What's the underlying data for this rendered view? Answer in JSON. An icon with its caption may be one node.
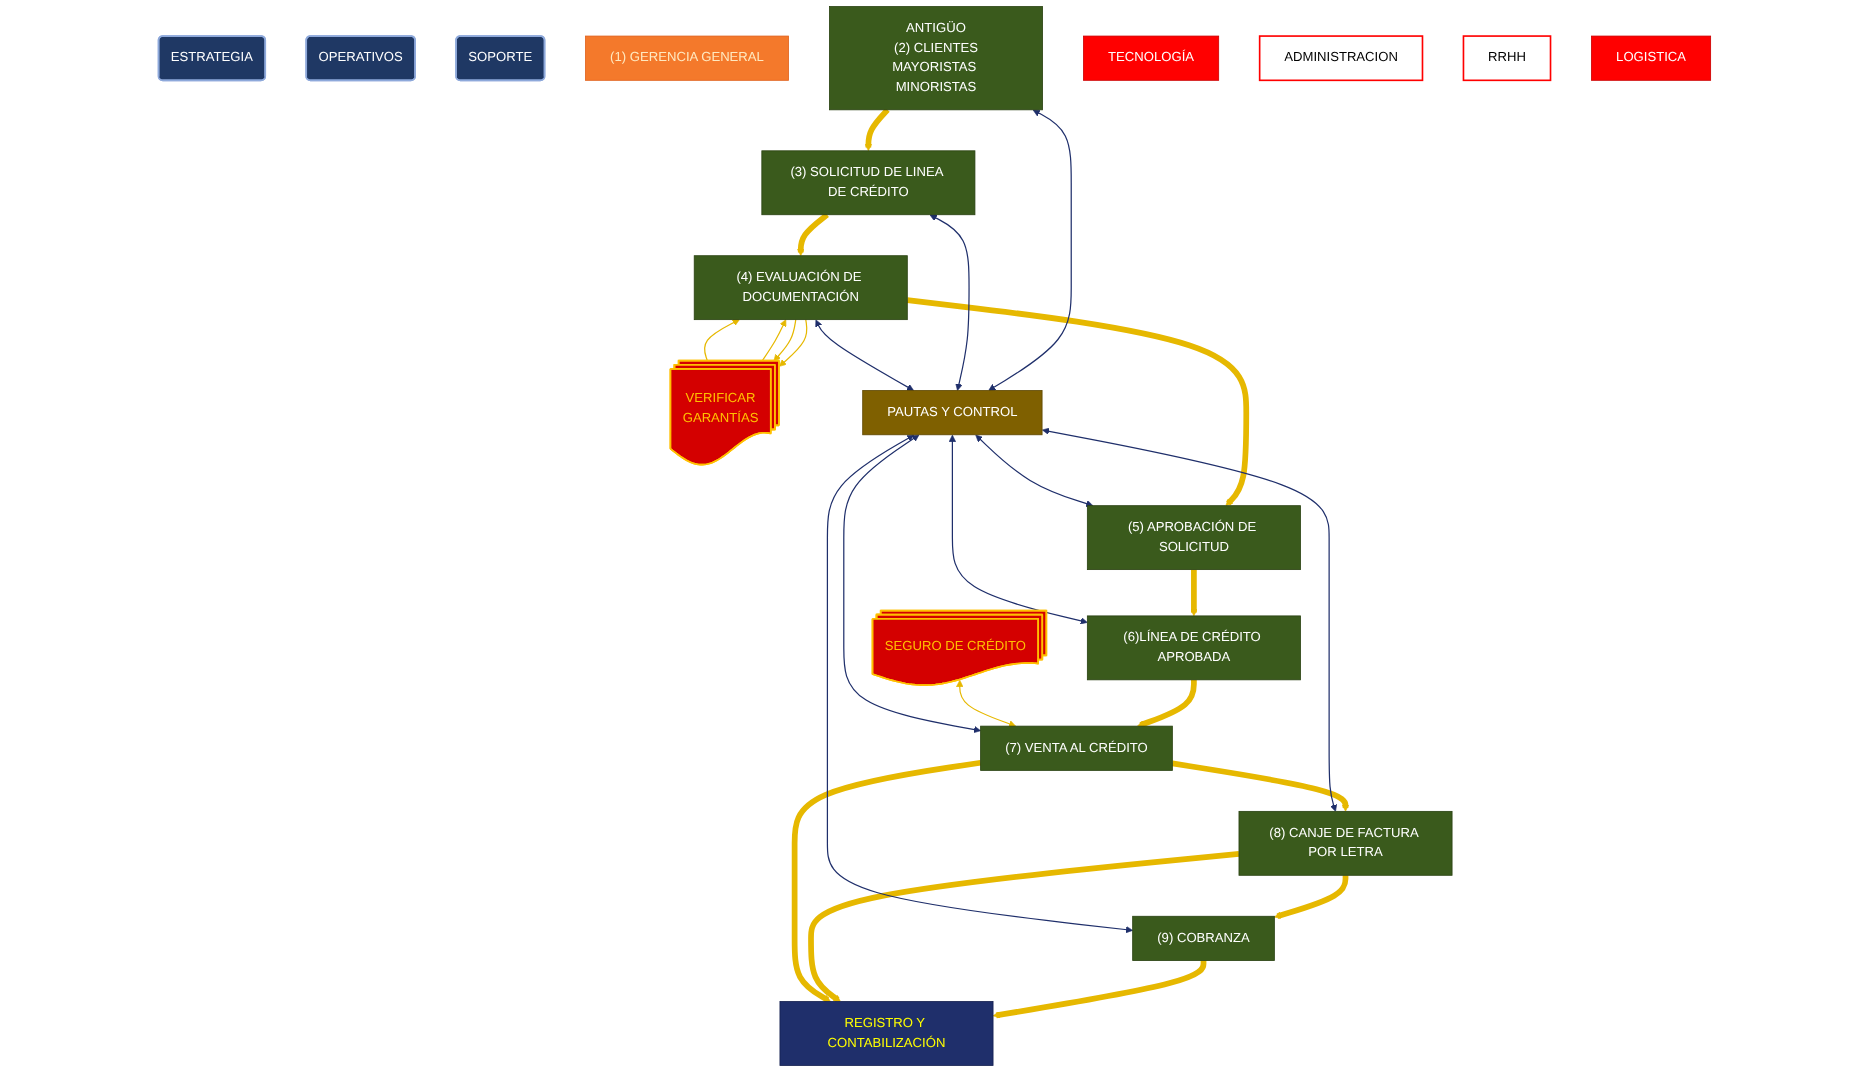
{
  "diagram": {
    "nodes": [
      {
        "text": [
          "ESTRATEGIA"
        ]
      },
      {
        "text": [
          "OPERATIVOS"
        ]
      },
      {
        "text": [
          "SOPORTE"
        ]
      },
      {
        "text": [
          "(1) GERENCIA GENERAL"
        ]
      },
      {
        "text": [
          "ANTIGÜO",
          "(2) CLIENTES",
          "MAYORISTAS MINORISTAS"
        ]
      },
      {
        "text": [
          "(3) SOLICITUD DE LINEA DE CRÉDITO"
        ]
      },
      {
        "text": [
          "(4) EVALUACIÓN DE DOCUMENTACIÓN"
        ]
      },
      {
        "text": [
          "VERIFICAR",
          "GARANTÍAS"
        ]
      },
      {
        "text": [
          "PAUTAS Y CONTROL"
        ]
      },
      {
        "text": [
          "(5) APROBACIÓN DE SOLICITUD"
        ]
      },
      {
        "text": [
          "(9) COBRANZA"
        ]
      },
      {
        "text": [
          "(8) CANJE DE FACTURA POR LETRA"
        ]
      },
      {
        "text": [
          "(7) VENTA AL CRÉDITO"
        ]
      },
      {
        "text": [
          "(6)LÍNEA DE CRÉDITO APROBADA"
        ]
      },
      {
        "text": [
          "SEGURO DE CRÉDITO"
        ]
      },
      {
        "text": [
          "REGISTRO Y CONTABILIZACIÓN"
        ]
      },
      {
        "text": [
          "TECNOLOGÍA"
        ]
      },
      {
        "text": [
          "ADMINISTRACION"
        ]
      },
      {
        "text": [
          "RRHH"
        ]
      },
      {
        "text": [
          "LOGISTICA"
        ]
      }
    ],
    "edges": [
      {
        "from": 4,
        "to": 5,
        "arrow": "to",
        "style": "thick"
      },
      {
        "from": 5,
        "to": 6,
        "arrow": "to",
        "style": "thick"
      },
      {
        "from": 6,
        "to": 7,
        "arrow": "to"
      },
      {
        "from": 7,
        "to": 6,
        "arrow": "to"
      },
      {
        "from": 7,
        "to": 6,
        "arrow": "to"
      },
      {
        "from": 6,
        "to": 7,
        "arrow": "to"
      },
      {
        "from": 6,
        "to": 9,
        "arrow": "to",
        "style": "thick"
      },
      {
        "from": 9,
        "to": 13,
        "arrow": "to",
        "style": "thick"
      },
      {
        "from": 13,
        "to": 12,
        "arrow": "to",
        "style": "thick"
      },
      {
        "from": 14,
        "to": 12,
        "arrow": "both"
      },
      {
        "from": 12,
        "to": 11,
        "arrow": "to",
        "style": "thick"
      },
      {
        "from": 11,
        "to": 10,
        "arrow": "to",
        "style": "thick"
      },
      {
        "from": 10,
        "to": 15,
        "arrow": "to",
        "style": "thick"
      },
      {
        "from": 11,
        "to": 15,
        "arrow": "to",
        "style": "thick"
      },
      {
        "from": 12,
        "to": 15,
        "arrow": "to",
        "style": "thick"
      },
      {
        "from": 4,
        "to": 8,
        "arrow": "both",
        "color": "#1f2f6b"
      },
      {
        "from": 5,
        "to": 8,
        "arrow": "both",
        "color": "#1f2f6b"
      },
      {
        "from": 6,
        "to": 8,
        "arrow": "both",
        "color": "#1f2f6b"
      },
      {
        "from": 8,
        "to": 9,
        "arrow": "both",
        "color": "#1f2f6b"
      },
      {
        "from": 8,
        "to": 13,
        "arrow": "both",
        "color": "#1f2f6b"
      },
      {
        "from": 8,
        "to": 10,
        "arrow": "both",
        "color": "#1f2f6b"
      },
      {
        "from": 8,
        "to": 11,
        "arrow": "both",
        "color": "#1f2f6b"
      },
      {
        "from": 8,
        "to": 12,
        "arrow": "both",
        "color": "#1f2f6b"
      }
    ]
  }
}
